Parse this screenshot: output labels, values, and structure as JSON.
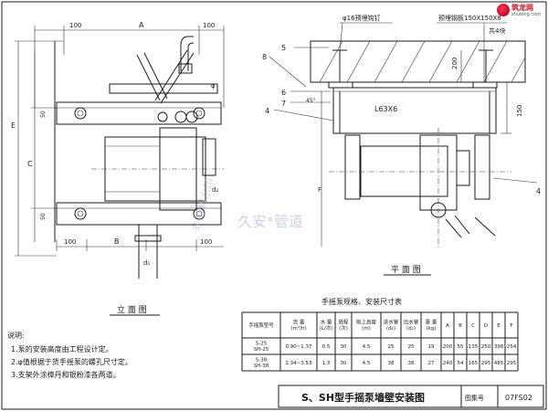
{
  "logo": {
    "name": "筑龙网",
    "site": "zhulong.com"
  },
  "elevation": {
    "dims_top": [
      "100",
      "A",
      "100"
    ],
    "dims_left": [
      "E",
      "C",
      "50",
      "50"
    ],
    "dims_bottom": [
      "100",
      "B",
      "100"
    ],
    "phi": "φ",
    "d2": "d₂",
    "d1": "d₁",
    "title": "立 面 图"
  },
  "plan": {
    "rivet": "φ16预埋钩钉",
    "plate": "预埋钢板150X150X8",
    "plate_count": "共4块",
    "angle": "L63X6",
    "angle_deg": "45°",
    "h150": "150",
    "h200": "200",
    "callouts": [
      "5",
      "8",
      "6",
      "7",
      "4",
      "4"
    ],
    "dim_F": "F",
    "title": "平 面 图"
  },
  "watermark": {
    "line1": "久安*管道",
    "line2": "非盈利水印"
  },
  "notes": {
    "heading": "说明:",
    "items": [
      "1.泵的安装高度由工程设计定。",
      "2.φ值根据于货手摇泵的螺孔尺寸定。",
      "3.支架外涂樟丹和银粉漆各两道。"
    ]
  },
  "table": {
    "caption": "手摇泵规格、安装尺寸表",
    "headers": [
      "手摇泵型号",
      "流 量\n(m³/h)",
      "水 量\n(L/次)",
      "摇程\n(次)",
      "吸上高度\n(m)",
      "进水管\n(d₁)",
      "出水管\n(d₂)",
      "重 量\n(kg)",
      "A",
      "B",
      "C",
      "D",
      "E",
      "F"
    ],
    "rows": [
      [
        "S-25\nSH-25",
        "0.90~1.37",
        "0.5",
        "30",
        "4.5",
        "25",
        "25",
        "19",
        "200",
        "55",
        "135",
        "250",
        "398",
        "254"
      ],
      [
        "S-38\nSH-38",
        "2.34~3.53",
        "1.3",
        "30",
        "4.5",
        "38",
        "38",
        "27",
        "240",
        "54",
        "165",
        "295",
        "485",
        "295"
      ]
    ]
  },
  "titleblock": {
    "title": "S、SH型手摇泵墙壁安装图",
    "fig_label": "图集号",
    "fig_no": "07FS02"
  }
}
